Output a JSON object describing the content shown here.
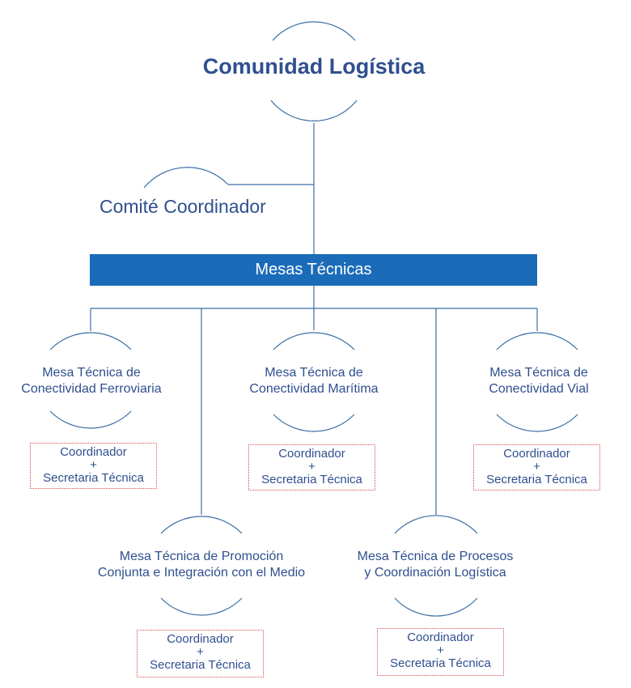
{
  "title": "Comunidad Logística",
  "comite": "Comité Coordinador",
  "mesas_bar": "Mesas Técnicas",
  "colors": {
    "line": "#3b6ea5",
    "text": "#2f4f8f",
    "bar": "#1b6cb8",
    "role_border": "#e0474c"
  },
  "nodes": [
    {
      "line1": "Mesa Técnica de",
      "line2": "Conectividad Ferroviaria"
    },
    {
      "line1": "Mesa Técnica de",
      "line2": "Conectividad Marítima"
    },
    {
      "line1": "Mesa Técnica de",
      "line2": "Conectividad Vial"
    },
    {
      "line1": "Mesa Técnica de Promoción",
      "line2": "Conjunta e Integración con el Medio"
    },
    {
      "line1": "Mesa Técnica de Procesos",
      "line2": "y Coordinación Logística"
    }
  ],
  "role": {
    "coordinador": "Coordinador",
    "plus": "+",
    "secretaria": "Secretaria Técnica"
  }
}
